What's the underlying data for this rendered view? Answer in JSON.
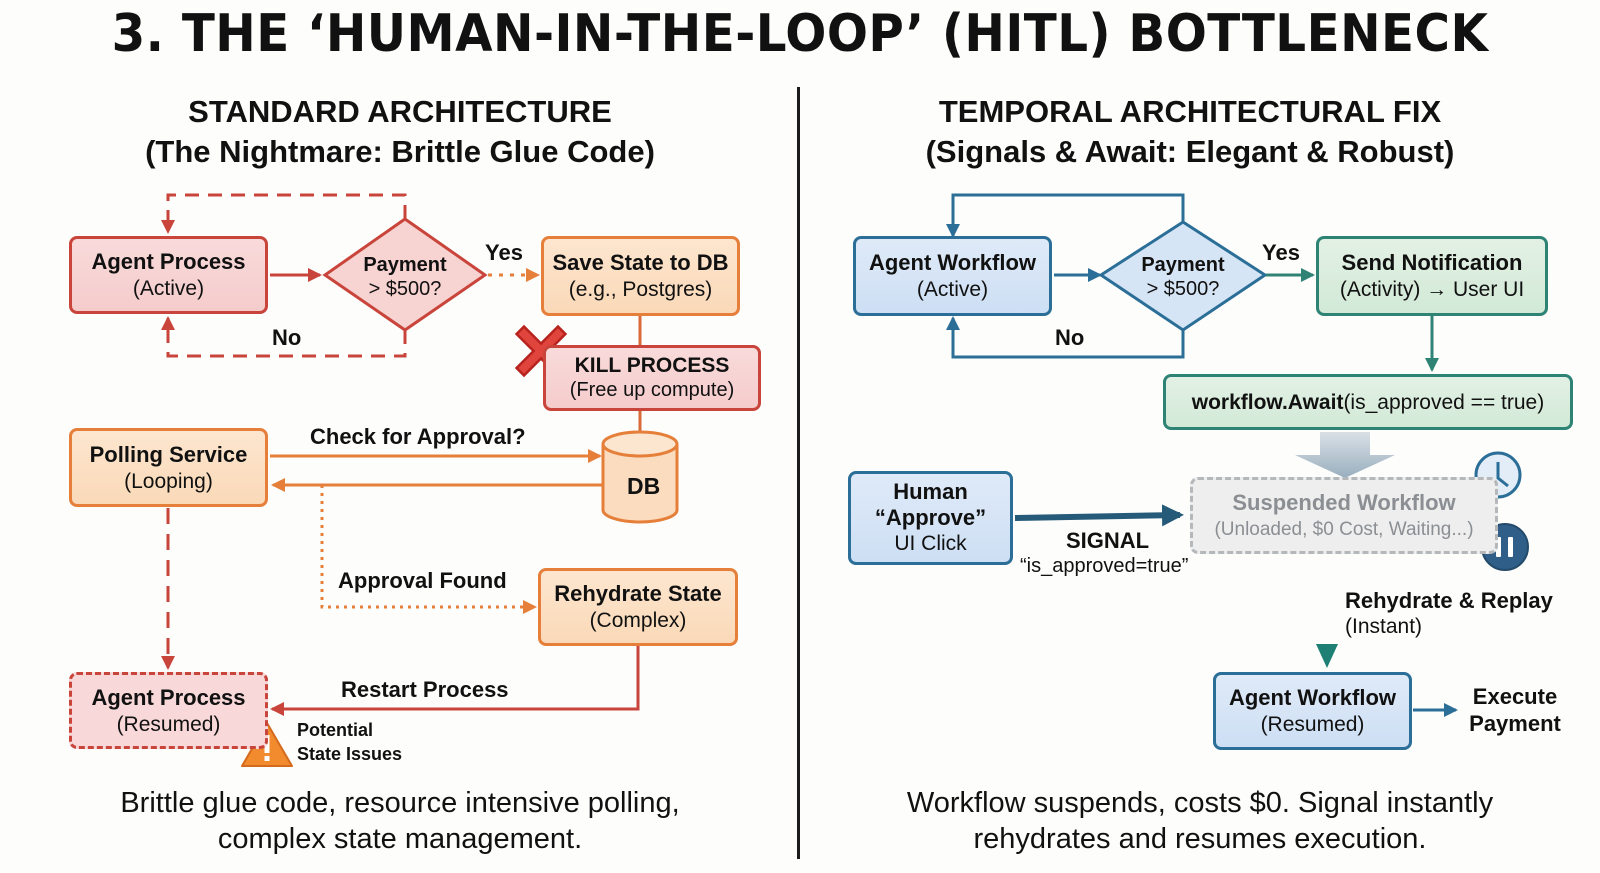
{
  "title": "3. THE ‘HUMAN-IN-THE-LOOP’ (HITL) BOTTLENECK",
  "left": {
    "heading": "STANDARD ARCHITECTURE",
    "subheading": "(The Nightmare: Brittle Glue Code)",
    "colors": {
      "red": "#c9453b",
      "orange": "#e57f3a"
    },
    "nodes": {
      "agent_active": {
        "title": "Agent Process",
        "sub": "(Active)"
      },
      "decision": {
        "title": "Payment",
        "sub": "> $500?"
      },
      "save_state": {
        "title": "Save State to DB",
        "sub": "(e.g., Postgres)"
      },
      "kill": {
        "title": "KILL PROCESS",
        "sub": "(Free up compute)",
        "icon": "x-mark-icon"
      },
      "polling": {
        "title": "Polling Service",
        "sub": "(Looping)"
      },
      "db": {
        "title": "DB"
      },
      "rehydrate": {
        "title": "Rehydrate State",
        "sub": "(Complex)"
      },
      "agent_resumed": {
        "title": "Agent Process",
        "sub": "(Resumed)"
      }
    },
    "edges": {
      "yes": "Yes",
      "no": "No",
      "check": "Check for Approval?",
      "found": "Approval Found",
      "restart": "Restart Process"
    },
    "warning": {
      "line1": "Potential",
      "line2": "State Issues",
      "icon": "warning-icon"
    },
    "footer": {
      "line1": "Brittle glue code, resource intensive polling,",
      "line2": "complex state management."
    }
  },
  "right": {
    "heading": "TEMPORAL ARCHITECTURAL FIX",
    "subheading": "(Signals & Await: Elegant & Robust)",
    "colors": {
      "blue": "#2b6e97",
      "green": "#2e8375",
      "gray": "#b5b8bb"
    },
    "nodes": {
      "agent_active": {
        "title": "Agent Workflow",
        "sub": "(Active)"
      },
      "decision": {
        "title": "Payment",
        "sub": "> $500?"
      },
      "notify": {
        "title": "Send Notification",
        "sub": "(Activity) → User UI"
      },
      "await": {
        "code_bold": "workflow.Await",
        "code_rest": "(is_approved == true)"
      },
      "human": {
        "line1": "Human",
        "line2": "“Approve”",
        "line3": "UI Click"
      },
      "suspended": {
        "title": "Suspended Workflow",
        "sub": "(Unloaded, $0 Cost, Waiting...)"
      },
      "agent_resumed": {
        "title": "Agent Workflow",
        "sub": "(Resumed)"
      }
    },
    "edges": {
      "yes": "Yes",
      "no": "No",
      "signal": "SIGNAL",
      "signal_value": "“is_approved=true”",
      "rehydrate": "Rehydrate & Replay",
      "rehydrate_sub": "(Instant)",
      "execute1": "Execute",
      "execute2": "Payment"
    },
    "footer": {
      "line1": "Workflow suspends, costs $0. Signal instantly",
      "line2": "rehydrates and resumes execution."
    }
  }
}
